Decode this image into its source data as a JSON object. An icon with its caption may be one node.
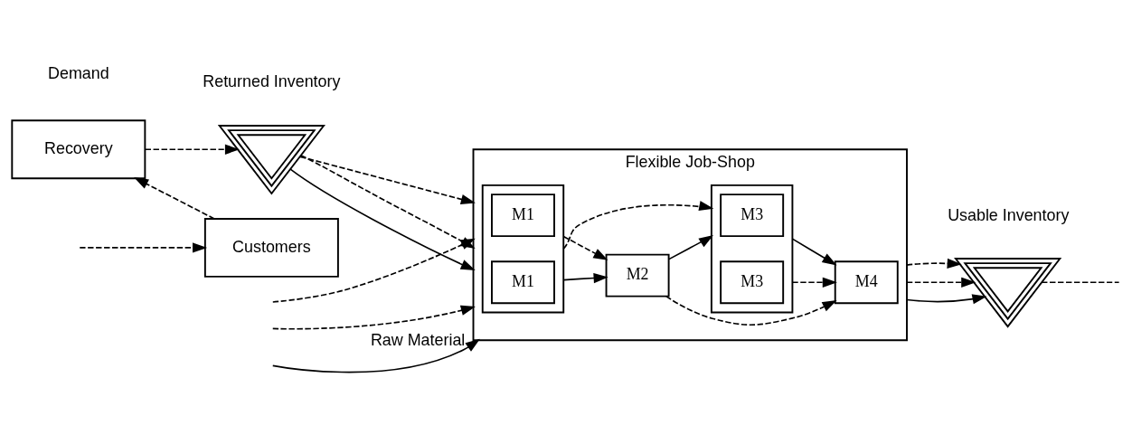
{
  "diagram": {
    "nodes": [
      {
        "text": [
          "Flexible Job-Shop"
        ]
      },
      {
        "text": [],
        "shape": "box",
        "in": 0
      },
      {
        "text": [
          "M1"
        ],
        "in": 1
      },
      {
        "text": [
          "M1"
        ],
        "in": 1
      },
      {
        "text": [
          "M2"
        ],
        "in": 0
      },
      {
        "text": [],
        "shape": "box",
        "in": 0
      },
      {
        "text": [
          "M3"
        ],
        "in": 5
      },
      {
        "text": [
          "M3"
        ],
        "in": 5
      },
      {
        "text": [
          "M4"
        ],
        "in": 0
      },
      {
        "text": [
          "Returned Inventory"
        ]
      },
      {
        "text": [
          "Usable Inventory"
        ]
      },
      {
        "text": [
          "Recovery"
        ]
      },
      {
        "text": [
          "Customers"
        ]
      }
    ],
    "edges": [
      {
        "from": null,
        "to": 0,
        "arrow": "to",
        "label": "Raw Material"
      },
      {
        "from": null,
        "to": 0,
        "arrow": "to",
        "style": "dashed"
      },
      {
        "from": null,
        "to": 0,
        "arrow": "to",
        "style": "dashed"
      },
      {
        "from": 9,
        "to": 0,
        "arrow": "to"
      },
      {
        "from": 9,
        "to": 0,
        "arrow": "to",
        "style": "dashed"
      },
      {
        "from": 9,
        "to": 0,
        "arrow": "to",
        "style": "dashed"
      },
      {
        "from": 11,
        "to": 9,
        "arrow": "to",
        "style": "dashed"
      },
      {
        "from": 1,
        "to": 5,
        "arrow": "to",
        "style": "dashed"
      },
      {
        "from": 1,
        "to": 4,
        "arrow": "to"
      },
      {
        "from": 1,
        "to": 4,
        "arrow": "to",
        "style": "dashed"
      },
      {
        "from": 4,
        "to": 5,
        "arrow": "to"
      },
      {
        "from": 5,
        "to": 8,
        "arrow": "to"
      },
      {
        "from": 5,
        "to": 8,
        "arrow": "to",
        "style": "dashed"
      },
      {
        "from": 4,
        "to": 8,
        "arrow": "to",
        "style": "dashed"
      },
      {
        "from": 0,
        "to": 10,
        "arrow": "to"
      },
      {
        "from": 0,
        "to": 10,
        "arrow": "to",
        "style": "dashed"
      },
      {
        "from": 0,
        "to": 10,
        "arrow": "to",
        "style": "dashed"
      },
      {
        "from": 10,
        "to": null,
        "arrow": "none",
        "style": "dashed"
      },
      {
        "from": null,
        "to": 12,
        "arrow": "to",
        "style": "dashed"
      },
      {
        "from": 12,
        "to": 11,
        "arrow": "to",
        "style": "dashed"
      }
    ],
    "labels": [
      "Demand"
    ]
  }
}
